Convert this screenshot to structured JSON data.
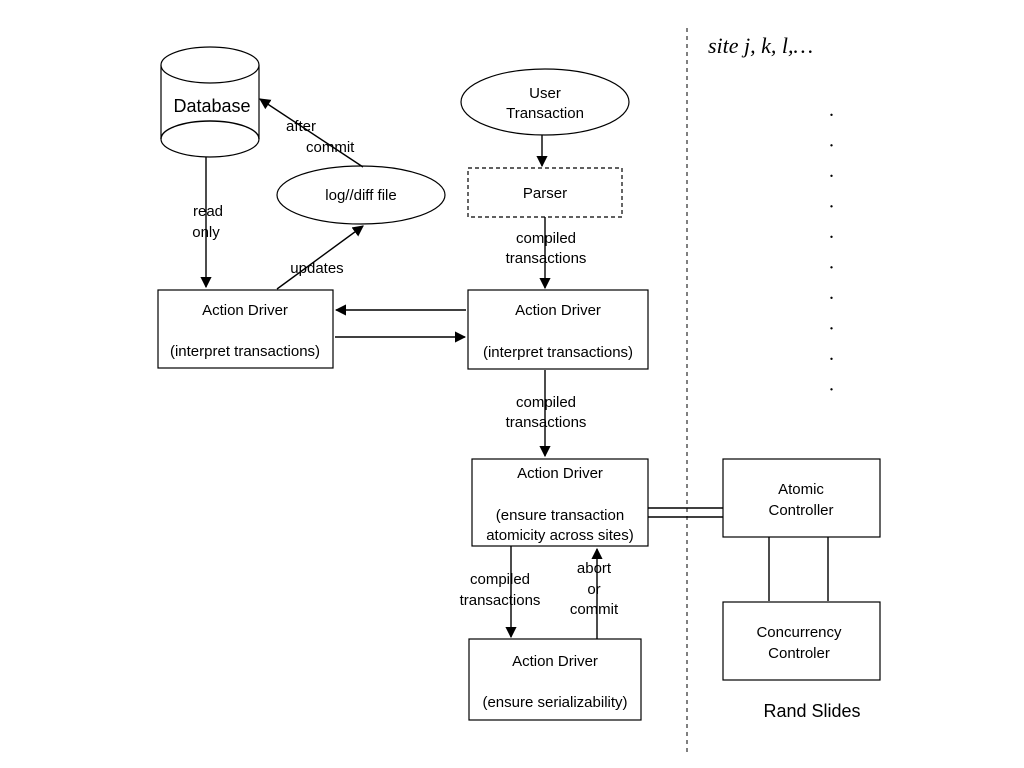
{
  "site_label": "site j, k, l,…",
  "continuation_dots": [
    ".",
    ".",
    ".",
    ".",
    ".",
    ".",
    ".",
    ".",
    ".",
    "."
  ],
  "database": {
    "label": "Database"
  },
  "user_transaction": {
    "line1": "User",
    "line2": "Transaction"
  },
  "parser": {
    "label": "Parser"
  },
  "log_file": {
    "label": "log//diff file"
  },
  "local_driver": {
    "title": "Action Driver",
    "subtitle": "(interpret transactions)"
  },
  "remote_driver": {
    "title": "Action Driver",
    "subtitle": "(interpret transactions)"
  },
  "atomicity_driver": {
    "title": "Action Driver",
    "subtitle_line1": "(ensure transaction",
    "subtitle_line2": "atomicity across sites)"
  },
  "serializability_driver": {
    "title": "Action Driver",
    "subtitle": "(ensure serializability)"
  },
  "atomic_controller": {
    "line1": "Atomic",
    "line2": "Controller"
  },
  "concurrency_controller": {
    "line1": "Concurrency",
    "line2": "Controler"
  },
  "edge_labels": {
    "after_commit": {
      "line1": "after",
      "line2": "commit"
    },
    "read_only": {
      "line1": "read",
      "line2": "only"
    },
    "updates": "updates",
    "compiled_1": {
      "line1": "compiled",
      "line2": "transactions"
    },
    "compiled_2": {
      "line1": "compiled",
      "line2": "transactions"
    },
    "compiled_3": {
      "line1": "compiled",
      "line2": "transactions"
    },
    "abort_commit": {
      "line1": "abort",
      "line2": "or",
      "line3": "commit"
    }
  },
  "footer": "Rand Slides"
}
